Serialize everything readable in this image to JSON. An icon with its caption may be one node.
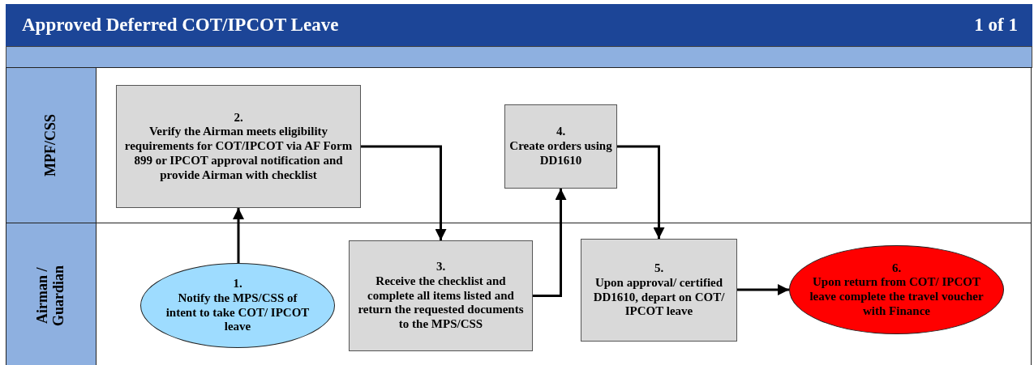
{
  "diagram": {
    "title": "Approved Deferred COT/IPCOT Leave",
    "nodes": [
      {
        "text": [
          "MPF/CSS"
        ]
      },
      {
        "text": [
          "2.",
          "Verify the Airman meets eligibility requirements for COT/IPCOT via AF Form 899 or IPCOT approval notification and provide Airman with checklist"
        ],
        "in": 0
      },
      {
        "text": [
          "4.",
          "Create orders using DD1610"
        ],
        "in": 0
      },
      {
        "text": [
          "Airman / Guardian"
        ]
      },
      {
        "text": [
          "1.",
          "Notify the MPS/CSS of intent to take COT/ IPCOT leave"
        ],
        "in": 3
      },
      {
        "text": [
          "3.",
          "Receive the checklist and complete all items listed and return the requested documents to the MPS/CSS"
        ],
        "in": 3
      },
      {
        "text": [
          "5.",
          "Upon approval/ certified DD1610, depart on COT/ IPCOT leave"
        ],
        "in": 3
      },
      {
        "text": [
          "6.",
          "Upon return from COT/ IPCOT leave complete the travel voucher with Finance"
        ],
        "in": 3
      }
    ],
    "edges": [
      {
        "from": 4,
        "to": 1,
        "arrow": "to"
      },
      {
        "from": 1,
        "to": 5,
        "arrow": "to"
      },
      {
        "from": 5,
        "to": 2,
        "arrow": "to"
      },
      {
        "from": 2,
        "to": 6,
        "arrow": "to"
      },
      {
        "from": 6,
        "to": 7,
        "arrow": "to"
      }
    ],
    "labels": [
      "1 of 1"
    ]
  }
}
